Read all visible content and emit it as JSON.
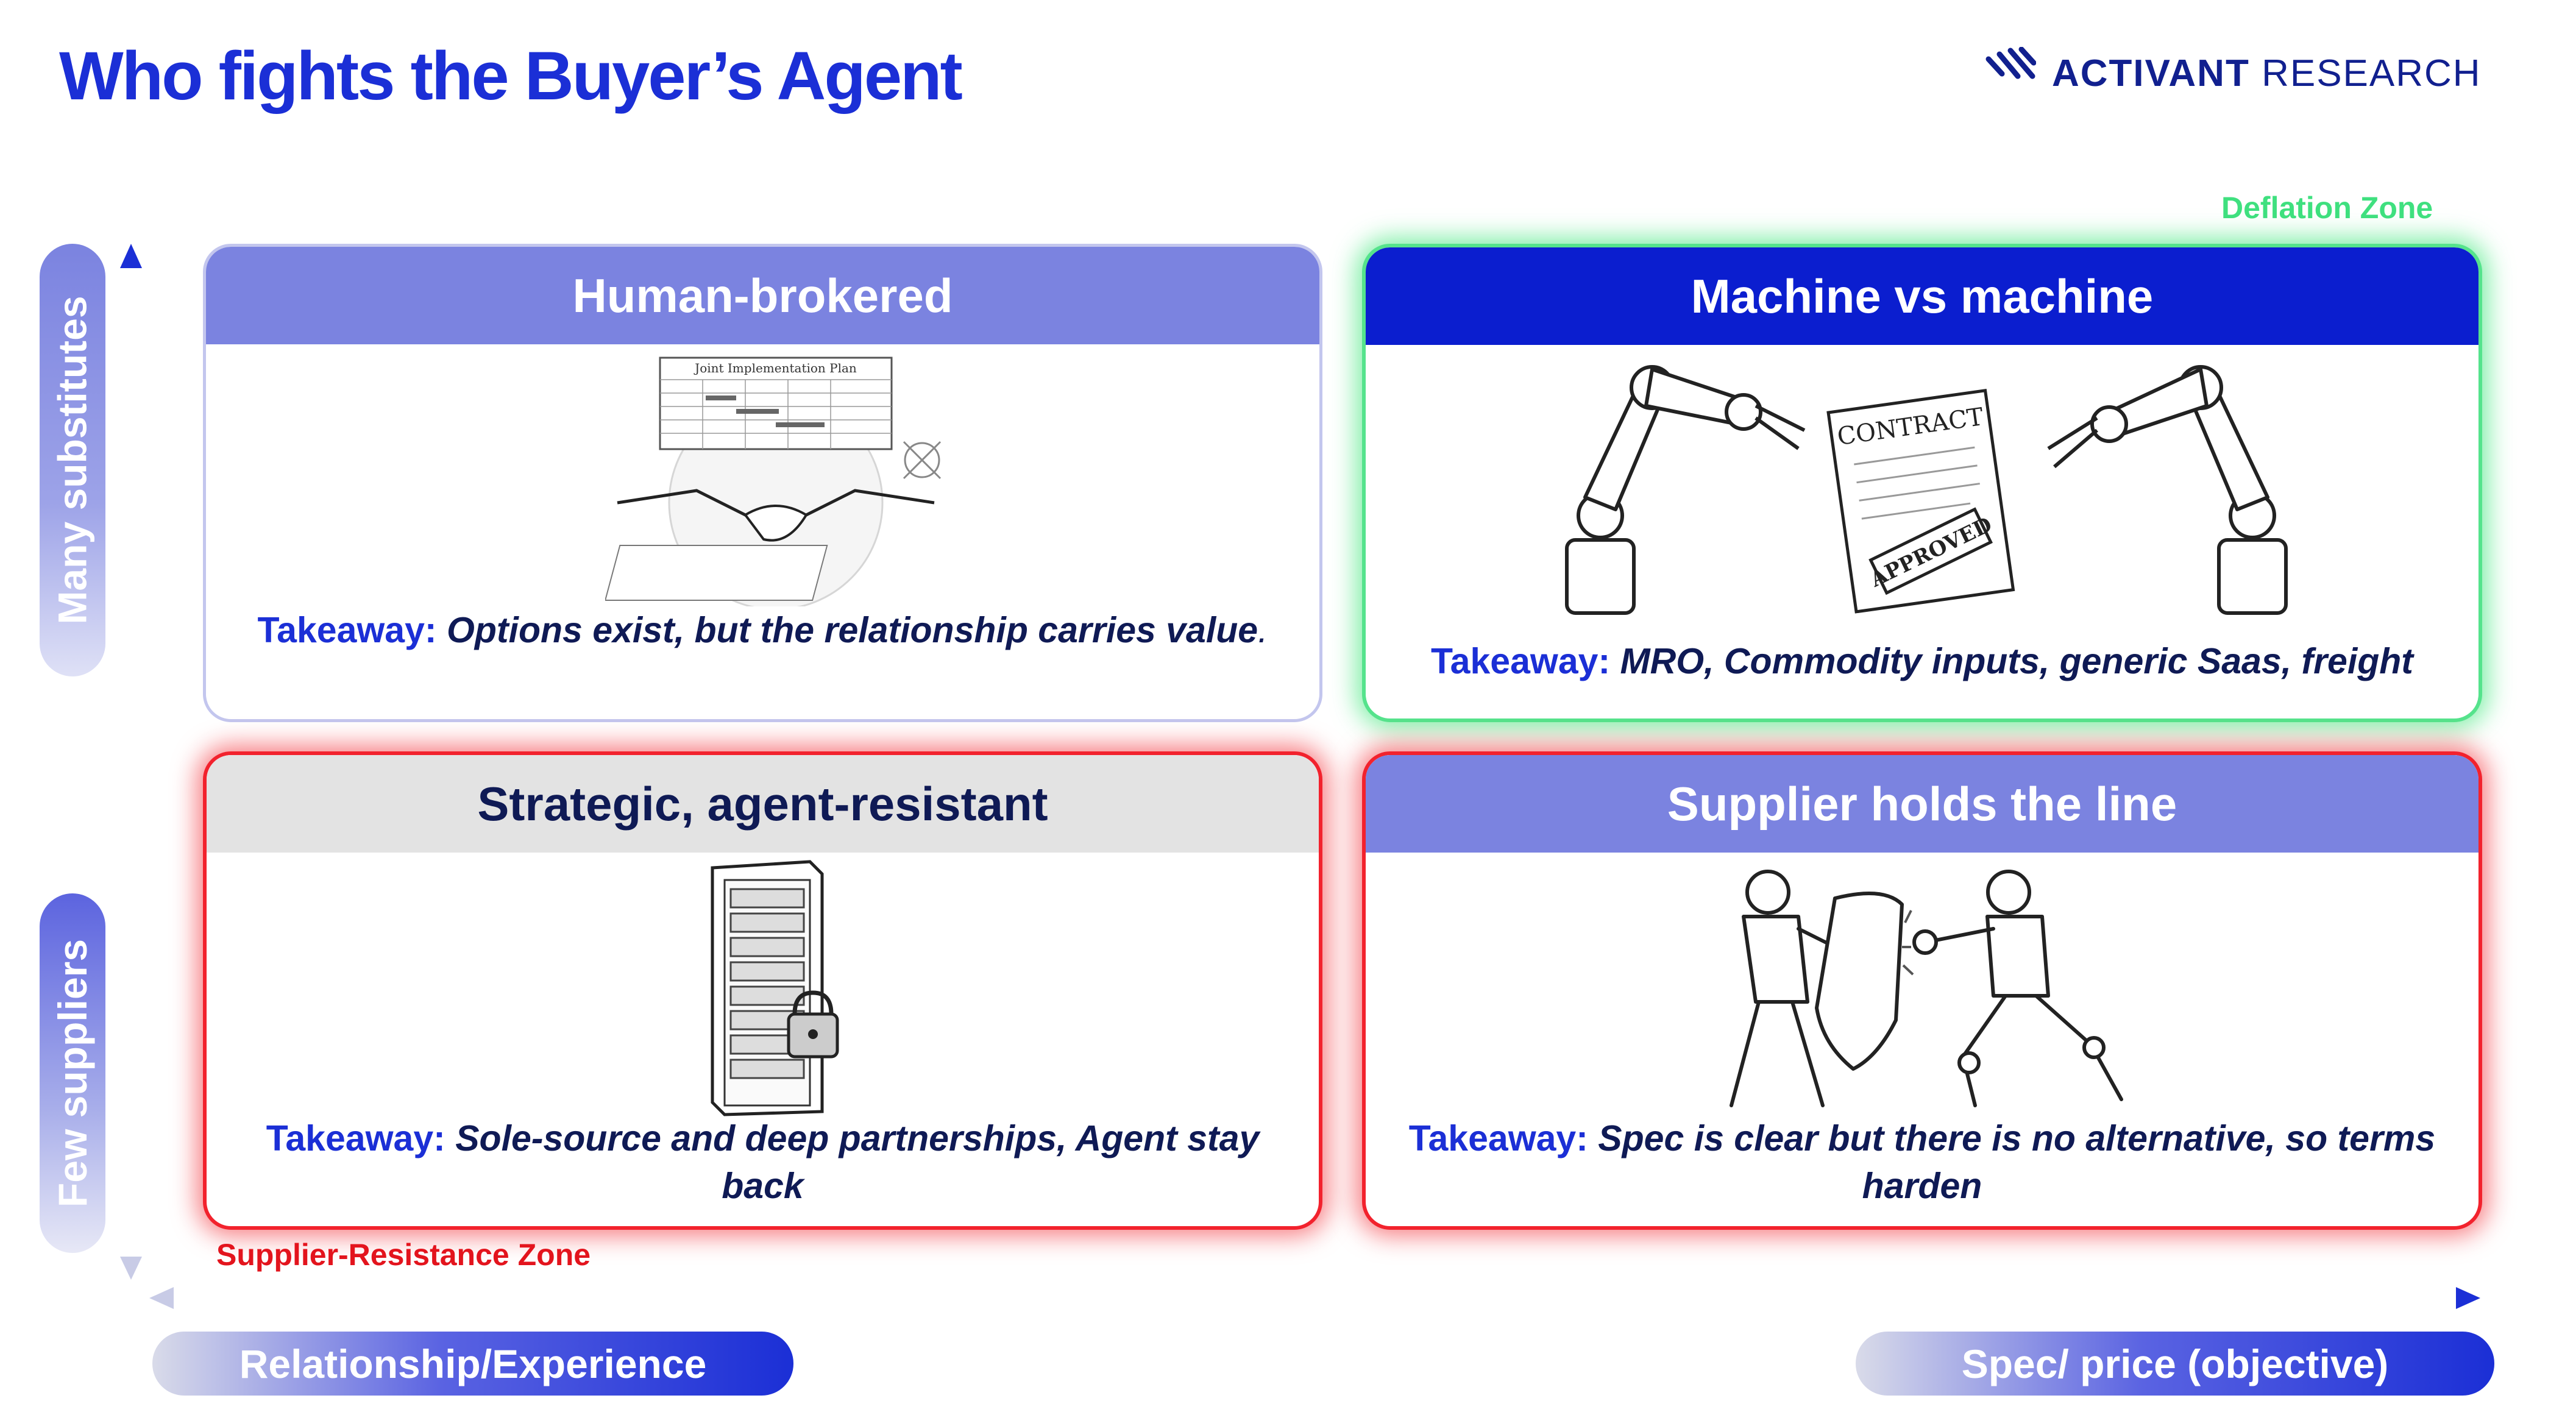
{
  "title": "Who fights the Buyer’s Agent",
  "logo": {
    "bold_text": "ACTIVANT",
    "text": "RESEARCH"
  },
  "zones": {
    "deflation": "Deflation Zone",
    "resistance": "Supplier-Resistance Zone"
  },
  "axes": {
    "y_top": "Many substitutes",
    "y_bottom": "Few suppliers",
    "x_left": "Relationship/Experience",
    "x_right": "Spec/ price (objective)"
  },
  "quadrants": [
    {
      "title": "Human-brokered",
      "takeaway_label": "Takeaway:",
      "takeaway_text": "Options exist, but the relationship carries value",
      "takeaway_end": ".",
      "illustration": "handshake-over-plan-illustration",
      "plan_title": "Joint Implementation Plan"
    },
    {
      "title": "Machine vs machine",
      "takeaway_label": "Takeaway:",
      "takeaway_text": "MRO, Commodity inputs, generic Saas, freight",
      "takeaway_end": "",
      "illustration": "robot-arms-contract-illustration",
      "contract_label": "CONTRACT",
      "stamp_label": "APPROVED"
    },
    {
      "title": "Strategic, agent-resistant",
      "takeaway_label": "Takeaway:",
      "takeaway_text": "Sole-source and deep partnerships, Agent stay back",
      "takeaway_end": "",
      "illustration": "locked-server-rack-illustration"
    },
    {
      "title": "Supplier holds the line",
      "takeaway_label": "Takeaway:",
      "takeaway_text": "Spec is clear but there is no alternative, so terms harden",
      "takeaway_end": "",
      "illustration": "man-shield-vs-robot-illustration"
    }
  ],
  "colors": {
    "brand_blue": "#1b2fd6",
    "deep_blue": "#0b1ecf",
    "periwinkle": "#7b83e0",
    "deflation_green": "#3fe07f",
    "resistance_red": "#e3151e"
  }
}
